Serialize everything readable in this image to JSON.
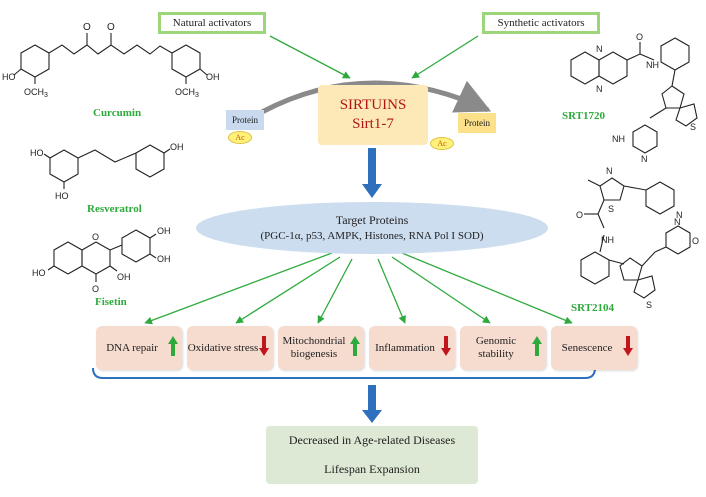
{
  "activators": {
    "natural": "Natural activators",
    "synthetic": "Synthetic activators"
  },
  "sirtuins": {
    "title": "SIRTUINS",
    "subtitle": "Sirt1-7"
  },
  "protein_left": "Protein",
  "protein_right": "Protein",
  "ac_left": "Ac",
  "ac_right": "Ac",
  "target": {
    "title": "Target Proteins",
    "list": "(PGC-1α, p53, AMPK, Histones, RNA Pol I SOD)"
  },
  "compounds": {
    "curcumin": "Curcumin",
    "resveratrol": "Resveratrol",
    "fisetin": "Fisetin",
    "srt1720": "SRT1720",
    "srt2104": "SRT2104"
  },
  "atoms": {
    "ho": "HO",
    "oh": "OH",
    "och3": "OCH",
    "three": "3",
    "o": "O",
    "nh": "NH",
    "n": "N",
    "s": "S"
  },
  "effects": [
    {
      "label": "DNA repair",
      "direction": "up"
    },
    {
      "label": "Oxidative stress",
      "direction": "down"
    },
    {
      "label": "Mitochondrial biogenesis",
      "direction": "up"
    },
    {
      "label": "Inflammation",
      "direction": "down"
    },
    {
      "label": "Genomic stability",
      "direction": "up"
    },
    {
      "label": "Senescence",
      "direction": "down"
    }
  ],
  "outcome": {
    "line1": "Decreased in Age-related Diseases",
    "line2": "Lifespan Expansion"
  },
  "colors": {
    "green_arrow": "#2eaa3c",
    "blue_arrow": "#2e6fbe",
    "up_arrow": "#2eaa3c",
    "down_arrow": "#c0161b",
    "sirt_text": "#b01515",
    "compound_label": "#2eaa3c"
  }
}
